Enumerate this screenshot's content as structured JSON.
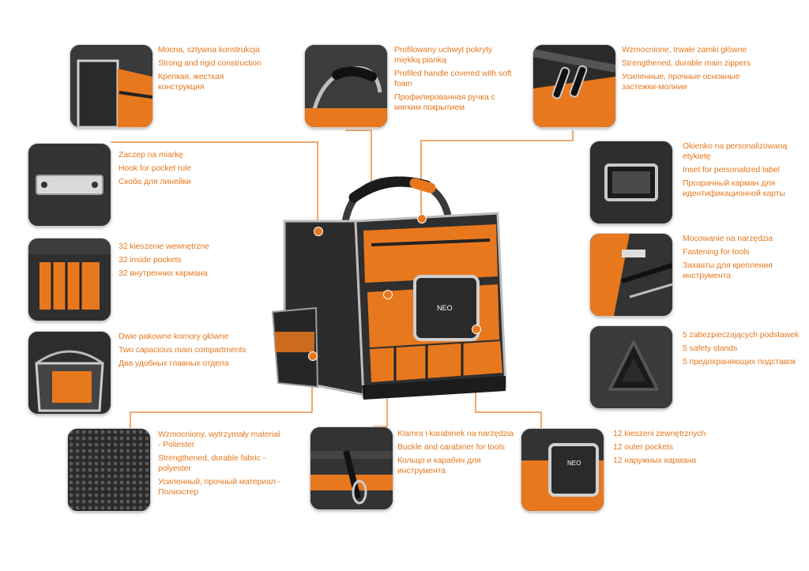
{
  "accent": "#e8781e",
  "callouts": [
    {
      "id": "construction",
      "icon": "bag-corner-icon",
      "lines": [
        "Mocna, sztywna konstrukcja",
        "Strong and rigid construction",
        "Крепкая, жесткая конструкция"
      ]
    },
    {
      "id": "handle",
      "icon": "handle-icon",
      "lines": [
        "Profilowany uchwyt pokryty miękką pianką",
        "Profiled handle covered with soft foam",
        "Профилированная ручка с мягким покрытием"
      ]
    },
    {
      "id": "zippers",
      "icon": "zipper-icon",
      "lines": [
        "Wzmocnione, trwałe zamki główne",
        "Strengthened, durable main zippers",
        "Усиленные, прочные основные застежки-молнии"
      ]
    },
    {
      "id": "rule_hook",
      "icon": "clip-icon",
      "lines": [
        "Zaczep na miarkę",
        "Hook for pocket rule",
        "Скоба для линейки"
      ]
    },
    {
      "id": "label",
      "icon": "label-window-icon",
      "lines": [
        "Okienko na personalizowaną etykietę",
        "Inset for personalized label",
        "Прозрачный карман для идентификационной карты"
      ]
    },
    {
      "id": "inside_pockets",
      "icon": "inside-pockets-icon",
      "lines": [
        "32 kieszenie wewnętrzne",
        "32 inside pockets",
        "32 внутренних кармана"
      ]
    },
    {
      "id": "fastening",
      "icon": "tool-strap-icon",
      "lines": [
        "Mocowanie na narzędzia",
        "Fastening for tools",
        "Захваты для крепления инструмента"
      ]
    },
    {
      "id": "stands",
      "icon": "stand-foot-icon",
      "lines": [
        "5 zabezpieczających podstawek",
        "5 safety stands",
        "5 предохраняющих подставок"
      ]
    },
    {
      "id": "compartments",
      "icon": "compartment-icon",
      "lines": [
        "Dwie pakowne komory główne",
        "Two capacious main compartments",
        "Два удобных главных отдела"
      ]
    },
    {
      "id": "fabric",
      "icon": "fabric-texture-icon",
      "lines": [
        "Wzmocniony, wytrzymały materiał - Poliester",
        "Strengthened, durable fabric - polyester",
        "Усиленный, прочный материал - Полиэстер"
      ]
    },
    {
      "id": "buckle",
      "icon": "carabiner-icon",
      "lines": [
        "Klamra i karabinek na narzędzia",
        "Buckle and carabiner for tools",
        "Кольцо и карабин для инструмента"
      ]
    },
    {
      "id": "outer_pockets",
      "icon": "outer-pocket-icon",
      "lines": [
        "12 kieszeni zewnętrznych",
        "12 outer pockets",
        "12 наружных кармана"
      ]
    }
  ],
  "brand": "NEO"
}
